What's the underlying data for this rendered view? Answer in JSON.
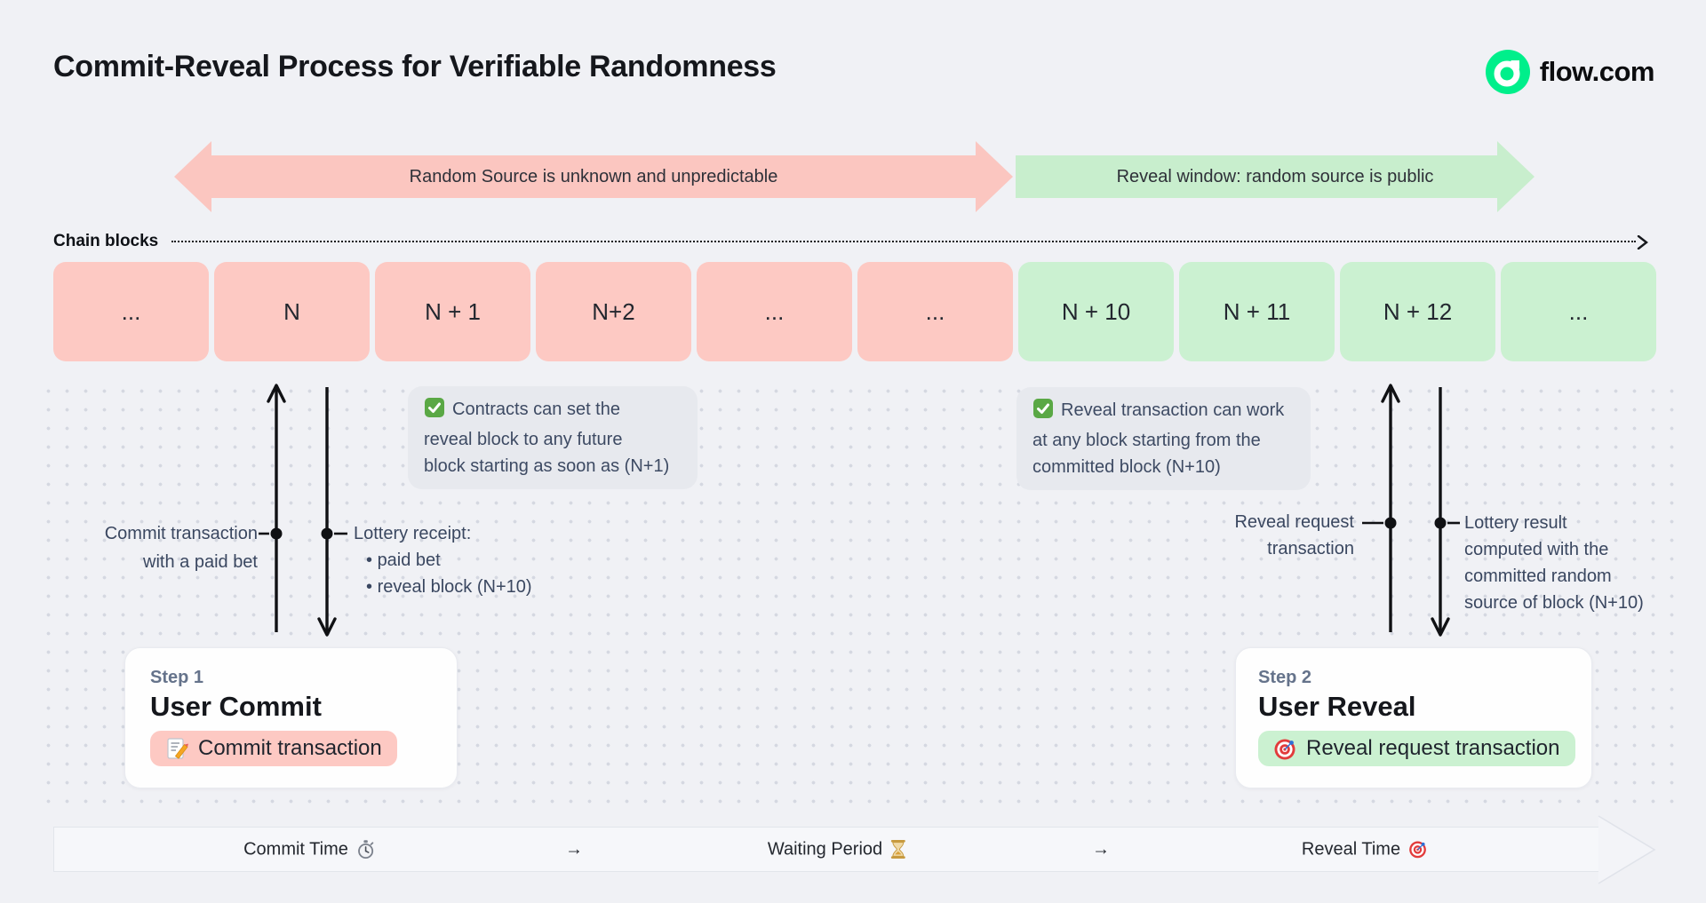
{
  "header": {
    "title": "Commit-Reveal Process for Verifiable Randomness",
    "brand": "flow.com"
  },
  "phase_bar": {
    "commit_phase": "Random Source is unknown and unpredictable",
    "reveal_phase": "Reveal window: random source is public"
  },
  "chain": {
    "label": "Chain blocks",
    "blocks": [
      {
        "label": "...",
        "phase": "commit"
      },
      {
        "label": "N",
        "phase": "commit"
      },
      {
        "label": "N + 1",
        "phase": "commit"
      },
      {
        "label": "N+2",
        "phase": "commit"
      },
      {
        "label": "...",
        "phase": "commit"
      },
      {
        "label": "...",
        "phase": "commit"
      },
      {
        "label": "N + 10",
        "phase": "reveal"
      },
      {
        "label": "N + 11",
        "phase": "reveal"
      },
      {
        "label": "N + 12",
        "phase": "reveal"
      },
      {
        "label": "...",
        "phase": "reveal"
      }
    ]
  },
  "annotations": {
    "commit_tx": {
      "line1": "Commit transaction",
      "line2": "with a paid bet"
    },
    "lottery_receipt": {
      "title": "Lottery receipt:",
      "bullet1": "paid bet",
      "bullet2": "reveal block (N+10)"
    },
    "commit_note": {
      "line1": "Contracts can set the",
      "line2": "reveal block to any future",
      "line3": "block starting as soon as (N+1)"
    },
    "reveal_note": {
      "line1": "Reveal transaction can work",
      "line2": "at any block starting from the",
      "line3": "committed block (N+10)"
    },
    "reveal_request": {
      "line1": "Reveal request",
      "line2": "transaction"
    },
    "lottery_result": {
      "line1": "Lottery result",
      "line2": "computed with the",
      "line3": "committed random",
      "line4": "source of block (N+10)"
    }
  },
  "steps": {
    "step1": {
      "label": "Step 1",
      "title": "User Commit",
      "button": "Commit transaction"
    },
    "step2": {
      "label": "Step 2",
      "title": "User Reveal",
      "button": "Reveal request transaction"
    }
  },
  "timeline": {
    "item1": "Commit Time",
    "arrow1": "→",
    "item2": "Waiting Period",
    "arrow2": "→",
    "item3": "Reveal Time"
  },
  "colors": {
    "background": "#f0f1f5",
    "flow_green": "#00ef8b",
    "commit_pink": "#fdc9c3",
    "reveal_green": "#cbf1d1",
    "note_bg": "#e7e9ee",
    "card_bg": "#fefefe",
    "annotation_text": "#3a4760",
    "dark_line": "#101114"
  }
}
